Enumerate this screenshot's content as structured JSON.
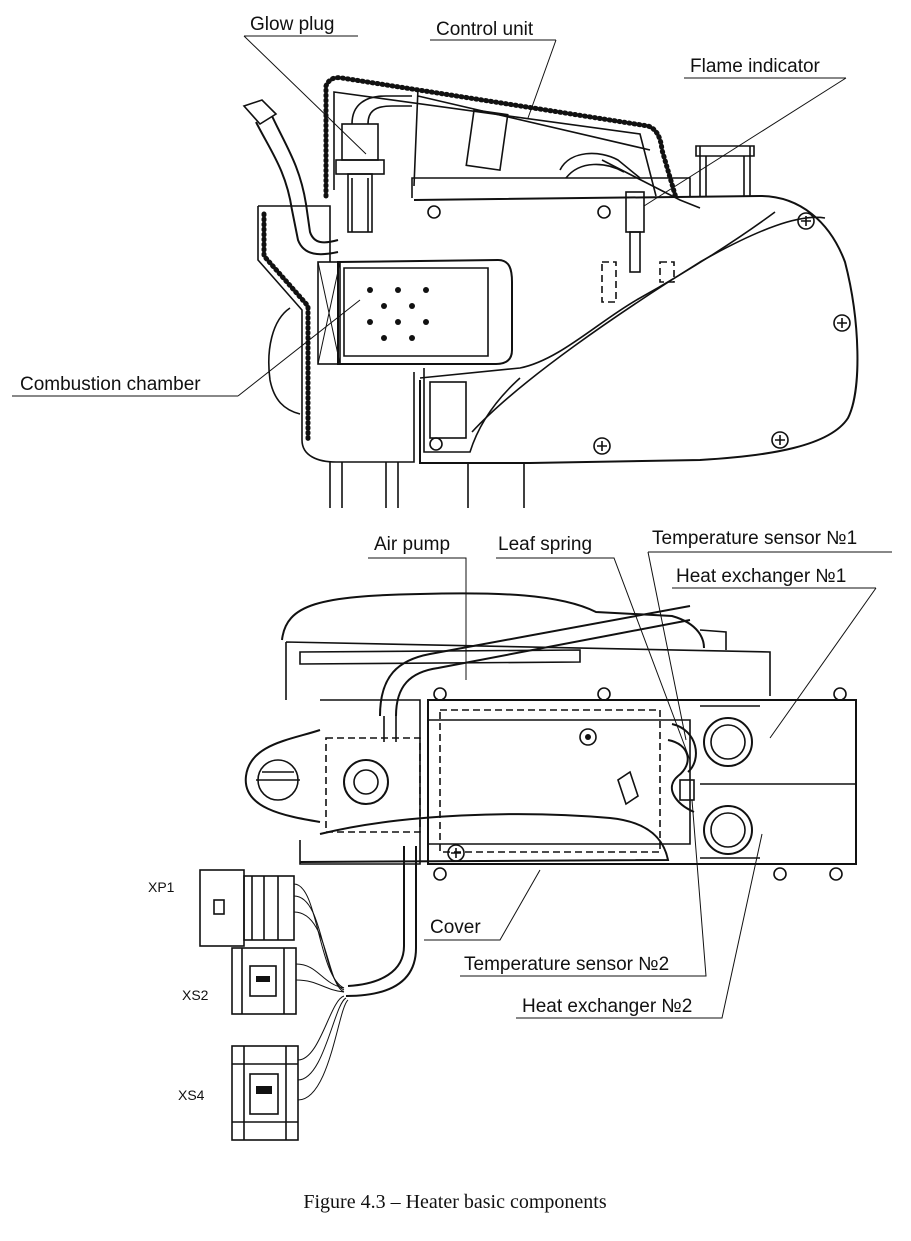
{
  "top_view": {
    "labels": {
      "glow_plug": "Glow plug",
      "control_unit": "Control unit",
      "flame_indicator": "Flame indicator",
      "combustion_chamber": "Combustion chamber"
    }
  },
  "bottom_view": {
    "labels": {
      "air_pump": "Air pump",
      "leaf_spring": "Leaf spring",
      "temperature_sensor_1": "Temperature sensor №1",
      "heat_exchanger_1": "Heat exchanger №1",
      "cover": "Cover",
      "temperature_sensor_2": "Temperature sensor №2",
      "heat_exchanger_2": "Heat exchanger №2"
    },
    "connectors": {
      "xp1": "XP1",
      "xs2": "XS2",
      "xs4": "XS4"
    }
  },
  "caption": "Figure 4.3 – Heater basic components"
}
